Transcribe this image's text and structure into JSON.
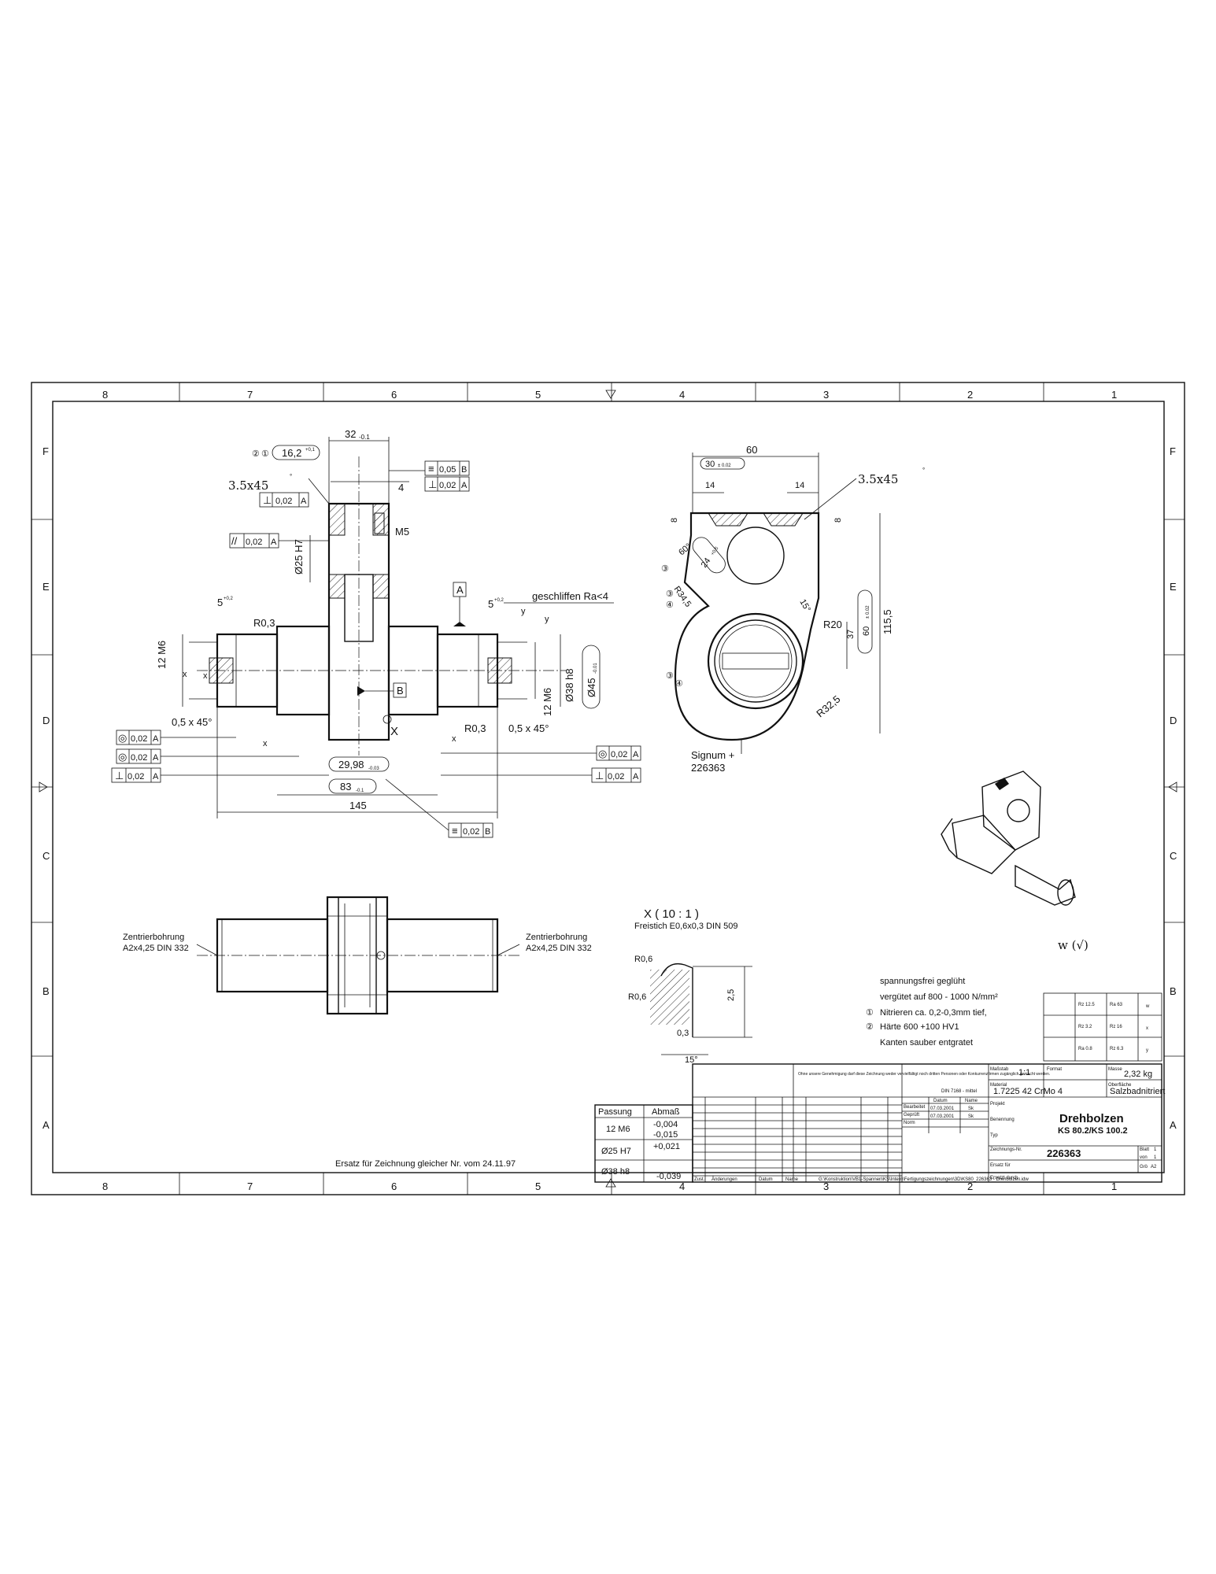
{
  "zones": {
    "columns": [
      "8",
      "7",
      "6",
      "5",
      "4",
      "3",
      "2",
      "1"
    ],
    "rows": [
      "F",
      "E",
      "D",
      "C",
      "B",
      "A"
    ]
  },
  "front_view": {
    "dims": {
      "d32": "32",
      "d32_tol": "-0.1",
      "d16": "16,2",
      "d16_tol": "+0,1",
      "d4": "4",
      "m5": "M5",
      "d5a": "5",
      "d5a_tol": "+0,2",
      "d5b": "5",
      "d5b_tol": "+0,2",
      "r03a": "R0,3",
      "r03b": "R0,3",
      "m6a": "12 M6",
      "m6b": "12 M6",
      "d25": "Ø25 H7",
      "d38": "Ø38 h8",
      "d45": "Ø45",
      "d45_tol": "-0.01",
      "ch1": "0,5 x 45°",
      "ch2": "0,5 x 45°",
      "d2998": "29,98",
      "d2998_tol": "-0.03",
      "d83": "83",
      "d83_tol": "-0.1",
      "d145": "145",
      "chamfer_note": "3.5x45",
      "ground": "geschliffen Ra<4",
      "x_mark": "X",
      "y1": "y",
      "y2": "y",
      "x1": "x",
      "x2": "x",
      "x3": "x",
      "x4": "x"
    },
    "circles": {
      "c1": "②",
      "c2": "①"
    },
    "fcf": {
      "sym_b": "0,05",
      "sym_b_ref": "B",
      "perp_a1": "0,02",
      "perp_a1_ref": "A",
      "perp_a2": "0,02",
      "perp_a2_ref": "A",
      "par_a": "0,02",
      "par_a_ref": "A",
      "conc1": "0,02",
      "conc1_ref": "A",
      "conc2": "0,02",
      "conc2_ref": "A",
      "perp_a3": "0,02",
      "perp_a3_ref": "A",
      "conc3": "0,02",
      "conc3_ref": "A",
      "perp_a4": "0,02",
      "perp_a4_ref": "A",
      "sym_b2": "0,02",
      "sym_b2_ref": "B",
      "datum_a": "A",
      "datum_b": "B"
    }
  },
  "side_view": {
    "dims": {
      "d60": "60",
      "d30": "30",
      "d30_tol": "± 0.02",
      "d14a": "14",
      "d14b": "14",
      "d8a": "8",
      "d8b": "8",
      "a60": "60°",
      "r24": "24",
      "r24_tol": "+0,5",
      "r345": "R34,5",
      "a15": "15°",
      "r20": "R20",
      "d37": "37",
      "d60b": "60",
      "d60b_tol": "± 0.02",
      "d1155": "115,5",
      "r325": "R32,5",
      "chamfer_note": "3.5x45"
    },
    "circles": {
      "c1": "③",
      "c2": "③",
      "c3": "④",
      "c4": "③",
      "c5": "④"
    },
    "signum": "Signum +",
    "signum_no": "226363"
  },
  "bottom_view": {
    "left_label1": "Zentrierbohrung",
    "left_label2": "A2x4,25 DIN 332",
    "right_label1": "Zentrierbohrung",
    "right_label2": "A2x4,25 DIN 332"
  },
  "detail": {
    "title": "X ( 10 : 1 )",
    "subtitle": "Freistich E0,6x0,3 DIN 509",
    "r06a": "R0,6",
    "r06b": "R0,6",
    "d25": "2,5",
    "d03": "0,3",
    "a15": "15°"
  },
  "notes": {
    "n1": "spannungsfrei geglüht",
    "n2": "vergütet auf 800 - 1000 N/mm²",
    "n3": "Nitrieren ca. 0,2-0,3mm tief,",
    "n4": "Härte 600 +100 HV1",
    "n5": "Kanten sauber entgratet",
    "n3_mark": "①",
    "n4_mark": "②"
  },
  "surface": {
    "main": "w (√)",
    "table": [
      [
        "",
        "Rz 12.5",
        "Ra 63",
        "w"
      ],
      [
        "",
        "Rz 3.2",
        "Rz 16",
        "x"
      ],
      [
        "",
        "Ra 0.8",
        "Rz 6.3",
        "y"
      ]
    ]
  },
  "fits": {
    "header": [
      "Passung",
      "Abmaß"
    ],
    "rows": [
      [
        "12 M6",
        "-0,004",
        "-0,015"
      ],
      [
        "Ø25 H7",
        "+0,021",
        ""
      ],
      [
        "Ø38 h8",
        "",
        "-0,039"
      ]
    ]
  },
  "replacement": "Ersatz für Zeichnung gleicher Nr. vom 24.11.97",
  "title_block": {
    "scale_label": "Maßstab",
    "scale": "1:1",
    "weight_label": "Masse",
    "weight": "2,32 kg",
    "format_label": "Format",
    "material_label": "Material",
    "material": "1.7225 42 CrMo 4",
    "surface_label": "Oberfläche",
    "surface": "Salzbadnitriert",
    "project_label": "Projekt",
    "name_label": "Benennung",
    "name": "Drehbolzen",
    "name2": "KS 80.2/KS 100.2",
    "type_label": "Typ",
    "drawing_no_label": "Zeichnungs-Nr.",
    "drawing_no": "226363",
    "sheet_label": "Blatt",
    "sheet": "1",
    "of_label": "von",
    "of": "1",
    "size_label": "Grö",
    "size": "A2",
    "replace_label": "Ersatz für",
    "replaced_by_label": "Ersetzt durch",
    "drawn_label": "Bearbeitet",
    "drawn_date": "07.03.2001",
    "drawn_by": "Sk",
    "checked_label": "Geprüft",
    "checked_date": "07.03.2001",
    "checked_by": "Sk",
    "norm_label": "Norm",
    "date_label": "Datum",
    "name_col_label": "Name",
    "std_label": "DIN 7168 - mittel",
    "path": "G:\\Konstruktion\\VB1-Spannen\\KS\\Intern\\Fertigungszeichnungen\\3D\\KS80_226363 - Drehbolzen.idw",
    "change_hdr": [
      "Zust.",
      "Änderungen",
      "Datum",
      "Name"
    ],
    "legal": "Ohne unsere Genehmigung darf diese Zeichnung weder vervielfältigt noch dritten Personen oder Konkurrenzfirmen zugänglich gemacht werden."
  }
}
